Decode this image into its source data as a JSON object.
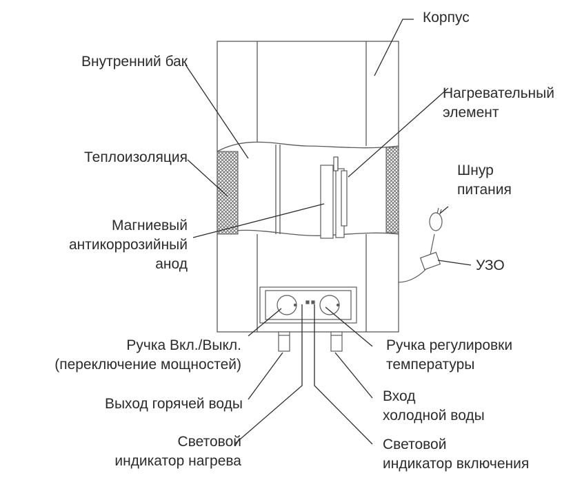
{
  "labels": {
    "body": "Корпус",
    "inner_tank": "Внутренний бак",
    "heating_element": "Нагревательный\nэлемент",
    "insulation": "Теплоизоляция",
    "power_cord": "Шнур\nпитания",
    "anode": "Магниевый\nантикоррозийный\nанод",
    "rcd": "УЗО",
    "power_knob": "Ручка Вкл./Выкл.\n(переключение мощностей)",
    "temp_knob": "Ручка регулировки\nтемпературы",
    "hot_outlet": "Выход горячей воды",
    "cold_inlet": "Вход\nхолодной воды",
    "heat_indicator": "Световой\nиндикатор нагрева",
    "power_indicator": "Световой\nиндикатор включения"
  },
  "colors": {
    "line": "#5a5a5a",
    "text": "#2b2b2b",
    "hatch": "#6b6b6b"
  }
}
